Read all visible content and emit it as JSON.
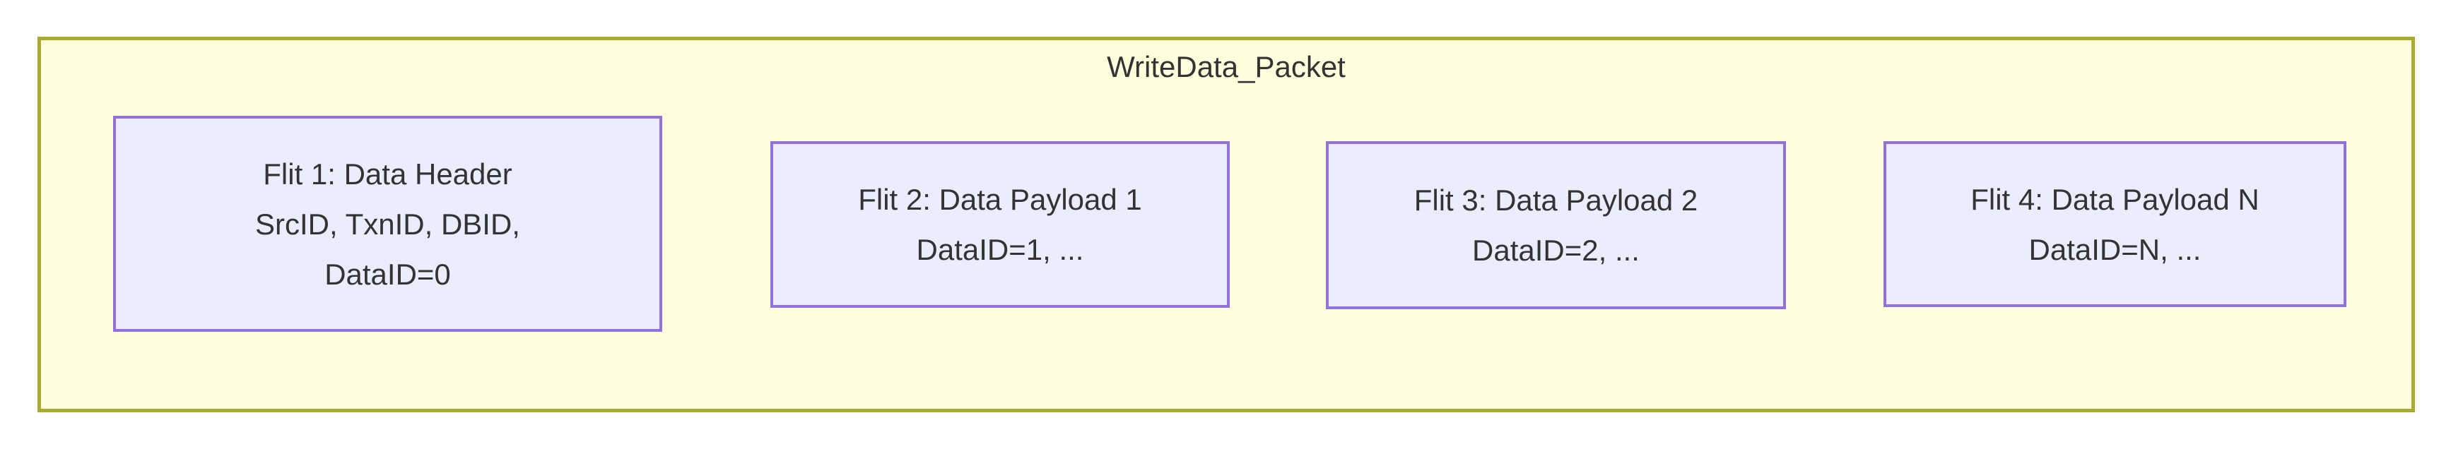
{
  "diagram": {
    "title": "WriteData_Packet",
    "flits": [
      {
        "name": "flit-1-data-header",
        "lines": {
          "0": "Flit 1: Data Header",
          "1": "SrcID, TxnID, DBID,",
          "2": "DataID=0"
        }
      },
      {
        "name": "flit-2-data-payload-1",
        "lines": {
          "0": "Flit 2: Data Payload 1",
          "1": "DataID=1, ..."
        }
      },
      {
        "name": "flit-3-data-payload-2",
        "lines": {
          "0": "Flit 3: Data Payload 2",
          "1": "DataID=2, ..."
        }
      },
      {
        "name": "flit-4-data-payload-n",
        "lines": {
          "0": "Flit 4: Data Payload N",
          "1": "DataID=N, ..."
        }
      }
    ],
    "colors": {
      "cluster_fill": "#ffffde",
      "cluster_border": "#aaaa33",
      "node_fill": "#ECECFF",
      "node_border": "#9370DB",
      "text": "#333333",
      "page_background": "#ffffff"
    }
  }
}
